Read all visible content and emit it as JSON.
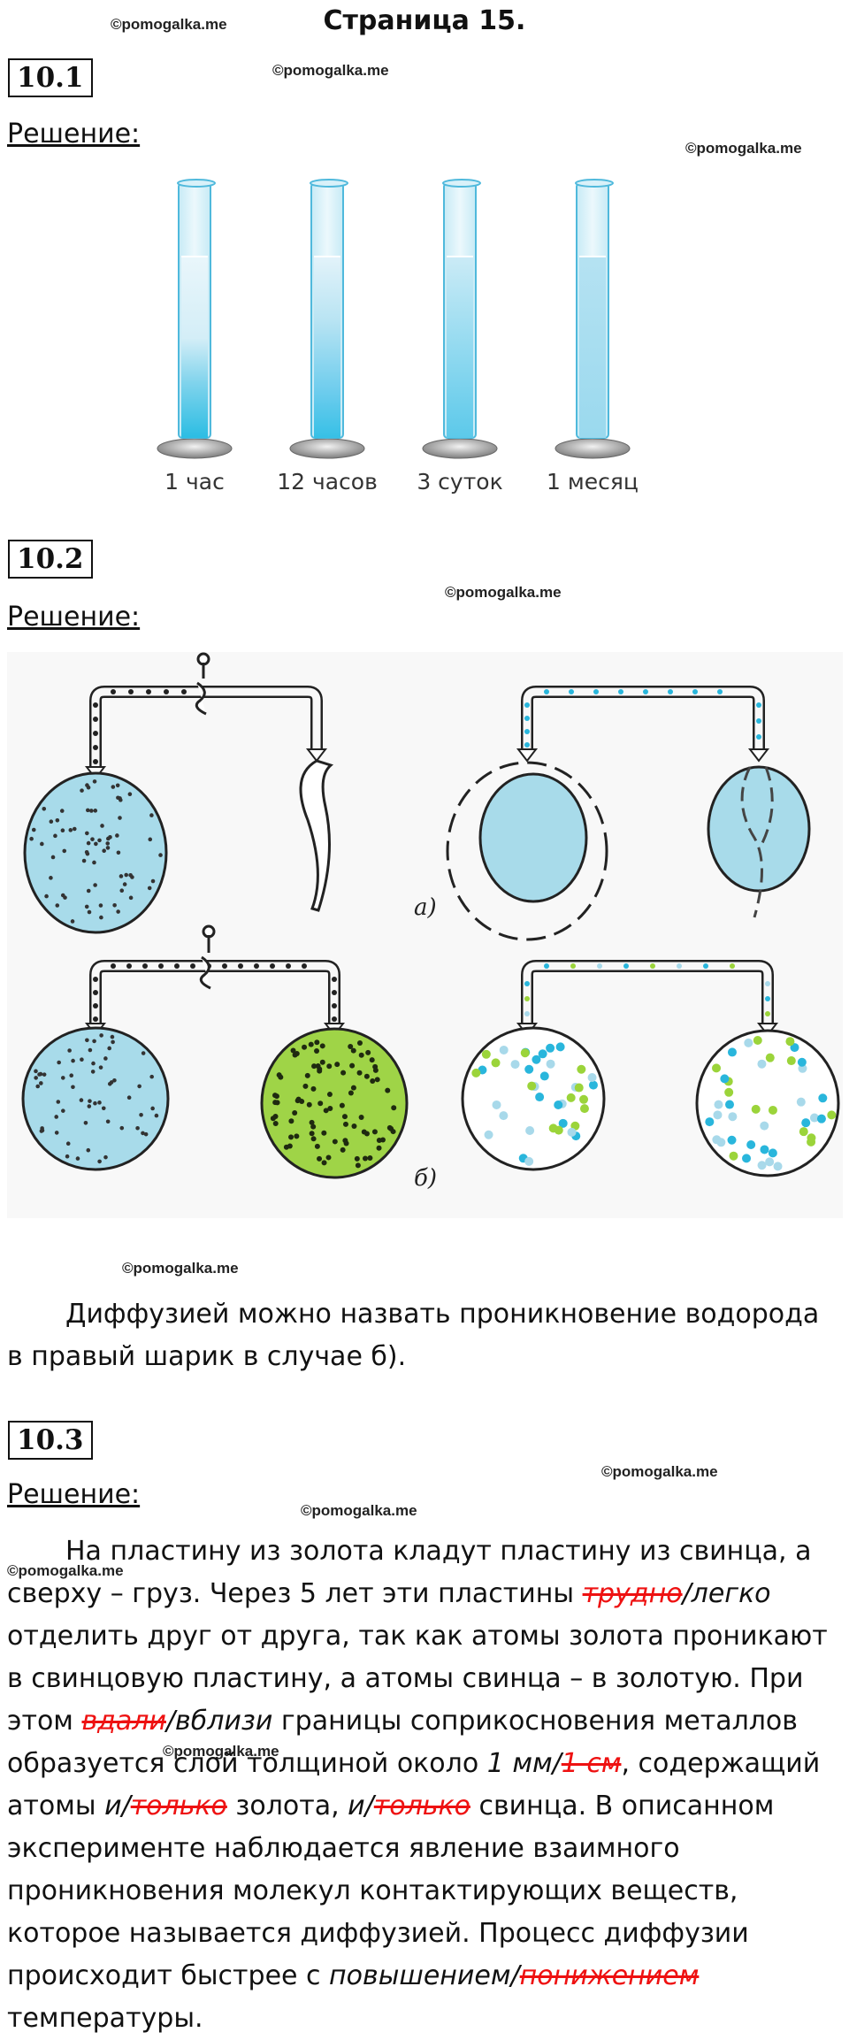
{
  "page_title": "Страница 15.",
  "watermark": "©pomogalka.me",
  "solution_label": "Решение:",
  "tasks": [
    {
      "number": "10.1",
      "tubes": [
        {
          "label": "1 час",
          "level": 0.55
        },
        {
          "label": "12 часов",
          "level": 0.75
        },
        {
          "label": "3 суток",
          "level": 0.9
        },
        {
          "label": "1 месяц",
          "level": 1.0
        }
      ]
    },
    {
      "number": "10.2",
      "figure_labels": [
        "а)",
        "б)"
      ],
      "text": "Диффузией можно назвать проникновение водорода в правый шарик в случае б)."
    },
    {
      "number": "10.3",
      "parts": {
        "p1": "На пластину из золота кладут пластину из свинца, а сверху – груз. Через 5 лет эти пластины ",
        "s1": "трудно",
        "i1": "/легко",
        "p2": " отделить друг от друга, так как атомы золота проникают в свинцовую пластину, а атомы свинца – в золотую. При этом ",
        "s2": "вдали",
        "i2": "/вблизи",
        "p3": " границы соприкосновения металлов образуется слой толщиной около ",
        "i3": "1 мм/",
        "s3": "1 см",
        "p4": ", содержащий атомы ",
        "i4": "и/",
        "s4": "только",
        "p5": " золота, ",
        "i5": "и/",
        "s5": "только",
        "p6": " свинца. В описанном эксперименте наблюдается явление взаимного проникновения молекул контактирующих веществ, которое называется диффузией. Процесс диффузии происходит быстрее с ",
        "i6": "повышением/",
        "s6": "понижением",
        "p7": " температуры."
      }
    }
  ],
  "colors": {
    "blue": "#29b6dc",
    "light_blue": "#a8d9ea",
    "green": "#9bd43a",
    "strike_red": "#e11111"
  }
}
